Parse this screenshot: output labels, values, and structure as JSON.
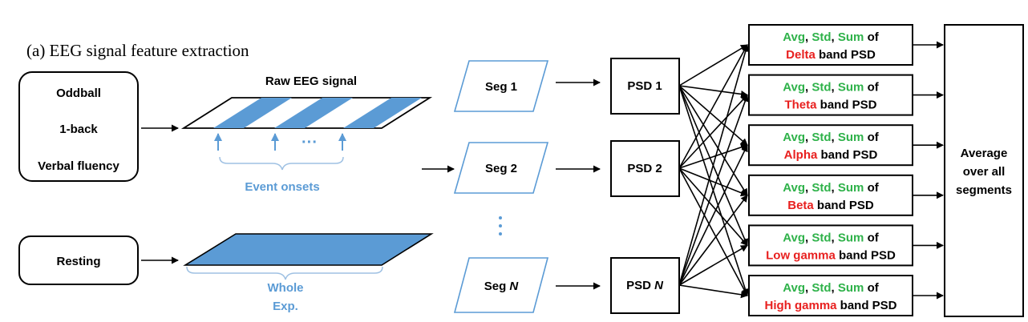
{
  "panel_title": "(a)  EEG signal feature extraction",
  "tasks": {
    "oddball": "Oddball",
    "oneback": "1-back",
    "verbal": "Verbal fluency",
    "resting": "Resting"
  },
  "signal": {
    "raw_label": "Raw EEG signal",
    "dots": "···",
    "event_onsets": "Event onsets",
    "whole_line1": "Whole",
    "whole_line2": "Exp."
  },
  "segments": {
    "seg1": "Seg 1",
    "seg2": "Seg 2",
    "segn_prefix": "Seg ",
    "segn_var": "N"
  },
  "psd": {
    "psd1": "PSD 1",
    "psd2": "PSD 2",
    "psdn_prefix": "PSD ",
    "psdn_var": "N"
  },
  "features": {
    "avg": "Avg",
    "std": "Std",
    "sum": "Sum",
    "comma": ", ",
    "of": " of",
    "band_psd": " band PSD",
    "bands": [
      "Delta",
      "Theta",
      "Alpha",
      "Beta",
      "Low gamma",
      "High gamma"
    ]
  },
  "average": {
    "line1": "Average",
    "line2": "over all",
    "line3": "segments"
  },
  "colors": {
    "accent_blue": "#5b9bd5",
    "stat_green": "#2fb24a",
    "band_red": "#e8201f"
  }
}
